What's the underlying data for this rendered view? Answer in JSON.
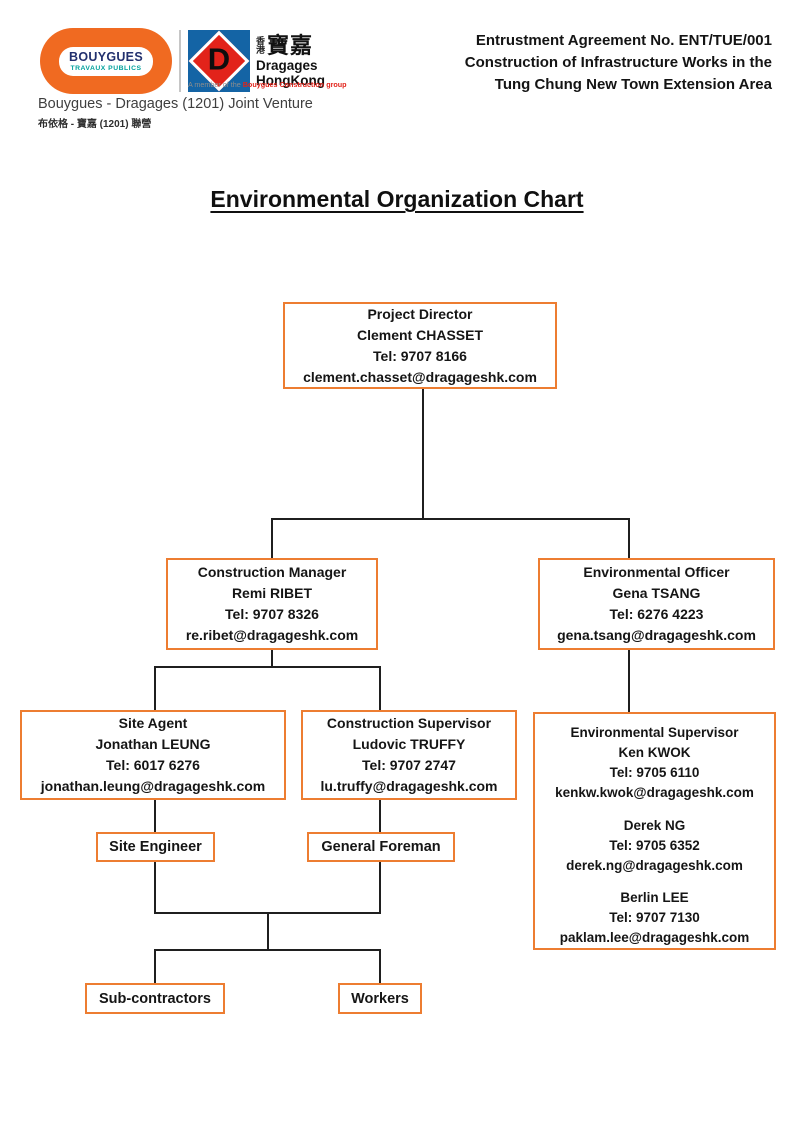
{
  "colors": {
    "box_border": "#ED7D31",
    "connector": "#1F1F1F",
    "bouygues_orange": "#F06A21",
    "bouygues_navy": "#22306E",
    "bouygues_teal": "#00A19C",
    "dragages_blue": "#1464A5",
    "dragages_red": "#E2231A"
  },
  "header": {
    "agreement": [
      "Entrustment Agreement No. ENT/TUE/001",
      "Construction of Infrastructure Works in the",
      "Tung Chung New Town Extension Area"
    ],
    "logos": {
      "bouygues_line1": "BOUYGUES",
      "bouygues_line2": "TRAVAUX PUBLICS",
      "dragages_d": "D",
      "dragages_cn_small": "香港",
      "dragages_cn_big": "寶嘉",
      "dragages_name1": "Dragages",
      "dragages_name2": "HongKong",
      "member_prefix": "A member of the ",
      "member_bold": "Bouygues Construction group"
    },
    "jv_en": "Bouygues - Dragages (1201) Joint Venture",
    "jv_cn": "布依格 - 寶嘉 (1201) 聯營"
  },
  "title": "Environmental Organization Chart",
  "org": {
    "project_director": {
      "role": "Project Director",
      "name": "Clement CHASSET",
      "tel": "Tel: 9707 8166",
      "email": "clement.chasset@dragageshk.com"
    },
    "construction_manager": {
      "role": "Construction Manager",
      "name": "Remi RIBET",
      "tel": "Tel: 9707 8326",
      "email": "re.ribet@dragageshk.com"
    },
    "environmental_officer": {
      "role": "Environmental Officer",
      "name": "Gena TSANG",
      "tel": "Tel: 6276 4223",
      "email": "gena.tsang@dragageshk.com"
    },
    "site_agent": {
      "role": "Site Agent",
      "name": "Jonathan LEUNG",
      "tel": "Tel: 6017 6276",
      "email": "jonathan.leung@dragageshk.com"
    },
    "construction_supervisor": {
      "role": "Construction Supervisor",
      "name": "Ludovic TRUFFY",
      "tel": "Tel: 9707 2747",
      "email": "lu.truffy@dragageshk.com"
    },
    "environmental_supervisor": {
      "role": "Environmental Supervisor",
      "members": [
        {
          "name": "Ken KWOK",
          "tel": "Tel: 9705 6110",
          "email": "kenkw.kwok@dragageshk.com"
        },
        {
          "name": "Derek NG",
          "tel": "Tel: 9705 6352",
          "email": "derek.ng@dragageshk.com"
        },
        {
          "name": "Berlin LEE",
          "tel": "Tel: 9707 7130",
          "email": "paklam.lee@dragageshk.com"
        }
      ]
    },
    "site_engineer": {
      "role": "Site Engineer"
    },
    "general_foreman": {
      "role": "General Foreman"
    },
    "sub_contractors": {
      "role": "Sub-contractors"
    },
    "workers": {
      "role": "Workers"
    }
  }
}
